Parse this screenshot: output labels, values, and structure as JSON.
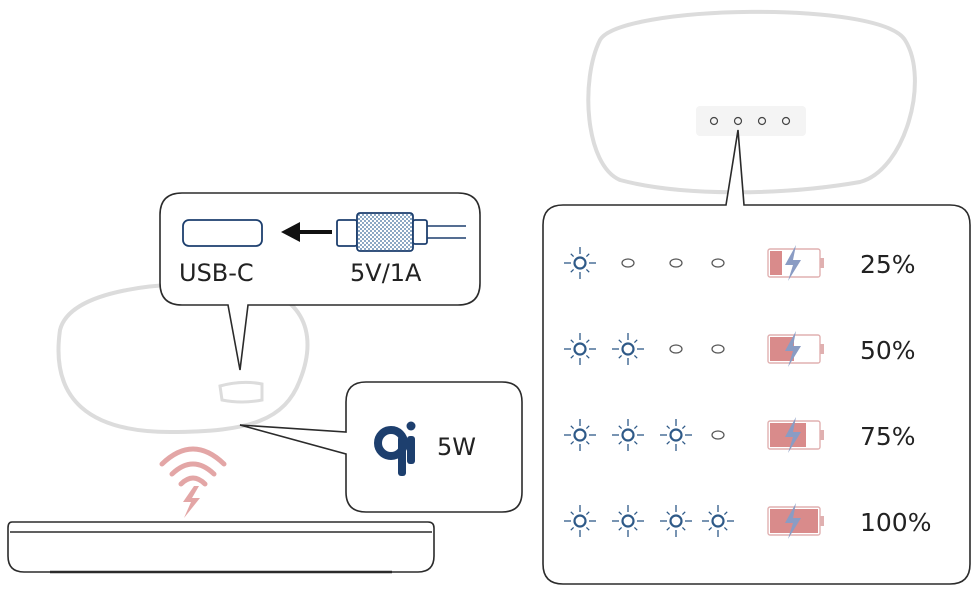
{
  "usb_callout": {
    "port_label": "USB-C",
    "cable_label": "5V/1A"
  },
  "wireless_callout": {
    "power_label": "5W",
    "qi_icon": "qi-logo-icon"
  },
  "battery_legend": {
    "rows": [
      {
        "lit": 1,
        "level": 0.25,
        "percent_label": "25%"
      },
      {
        "lit": 2,
        "level": 0.5,
        "percent_label": "50%"
      },
      {
        "lit": 3,
        "level": 0.75,
        "percent_label": "75%"
      },
      {
        "lit": 4,
        "level": 1.0,
        "percent_label": "100%"
      }
    ]
  },
  "colors": {
    "line": "#2b2b2b",
    "case_outline": "#dcdcdc",
    "led_lit": "#2f5a88",
    "led_off": "#555555",
    "battery_fill": "#d98b8b",
    "bolt": "#8a9cc4",
    "qi_logo": "#1d3f6e",
    "wireless_waves": "#e3a6a6"
  }
}
